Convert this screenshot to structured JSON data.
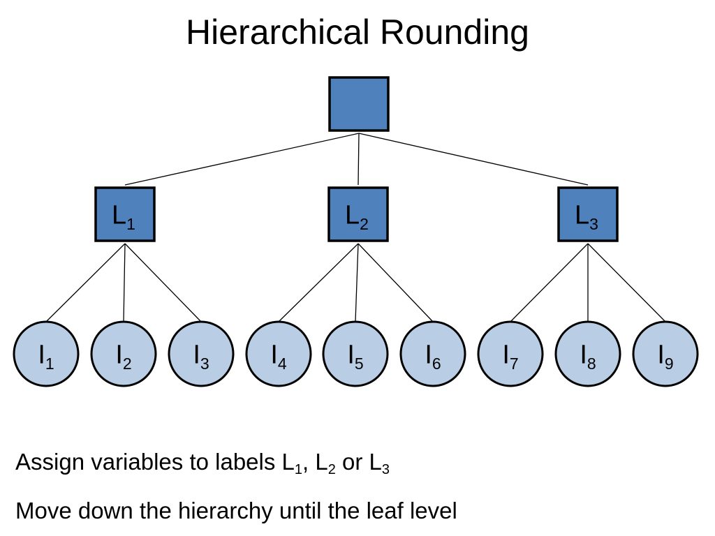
{
  "title": "Hierarchical Rounding",
  "colors": {
    "square_fill": "#4f81bd",
    "circle_fill": "#b9cde5",
    "stroke": "#000000",
    "edge": "#000000"
  },
  "tree": {
    "root": {
      "label": ""
    },
    "labels": [
      {
        "main": "L",
        "sub": "1"
      },
      {
        "main": "L",
        "sub": "2"
      },
      {
        "main": "L",
        "sub": "3"
      }
    ],
    "leaves": [
      {
        "main": "I",
        "sub": "1",
        "parent": 0
      },
      {
        "main": "I",
        "sub": "2",
        "parent": 0
      },
      {
        "main": "I",
        "sub": "3",
        "parent": 0
      },
      {
        "main": "I",
        "sub": "4",
        "parent": 1
      },
      {
        "main": "I",
        "sub": "5",
        "parent": 1
      },
      {
        "main": "I",
        "sub": "6",
        "parent": 1
      },
      {
        "main": "I",
        "sub": "7",
        "parent": 2
      },
      {
        "main": "I",
        "sub": "8",
        "parent": 2
      },
      {
        "main": "I",
        "sub": "9",
        "parent": 2
      }
    ]
  },
  "text": {
    "line1": {
      "prefix": "Assign variables to labels L",
      "sub1": "1",
      "sep1": ", L",
      "sub2": "2",
      "sep2": " or L",
      "sub3": "3"
    },
    "line2": "Move down the hierarchy until the leaf level"
  }
}
